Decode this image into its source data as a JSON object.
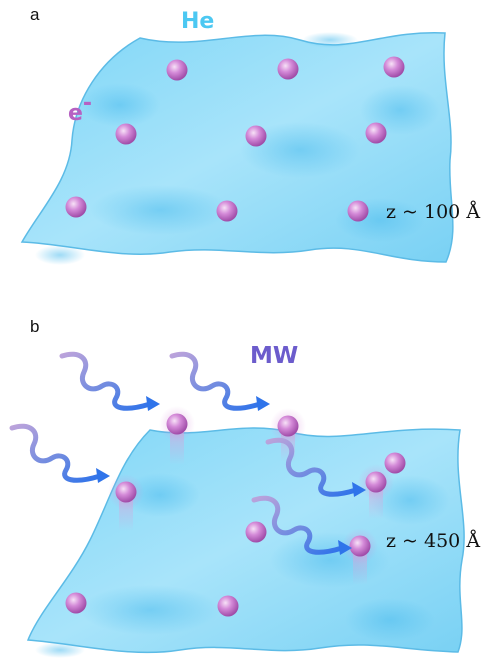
{
  "panel_a": {
    "label": "a",
    "helium_label": "He",
    "electron_label": "e",
    "electron_superscript": "-",
    "height_label": "z ~ 100 Å"
  },
  "panel_b": {
    "label": "b",
    "microwave_label": "MW",
    "height_label": "z ~ 450 Å"
  },
  "colors": {
    "helium_fill": "#8fdcf8",
    "helium_edge": "#4ab4e0",
    "electron": "#c778cf",
    "wave_start": "#b79ad8",
    "wave_end": "#2f76e8"
  }
}
